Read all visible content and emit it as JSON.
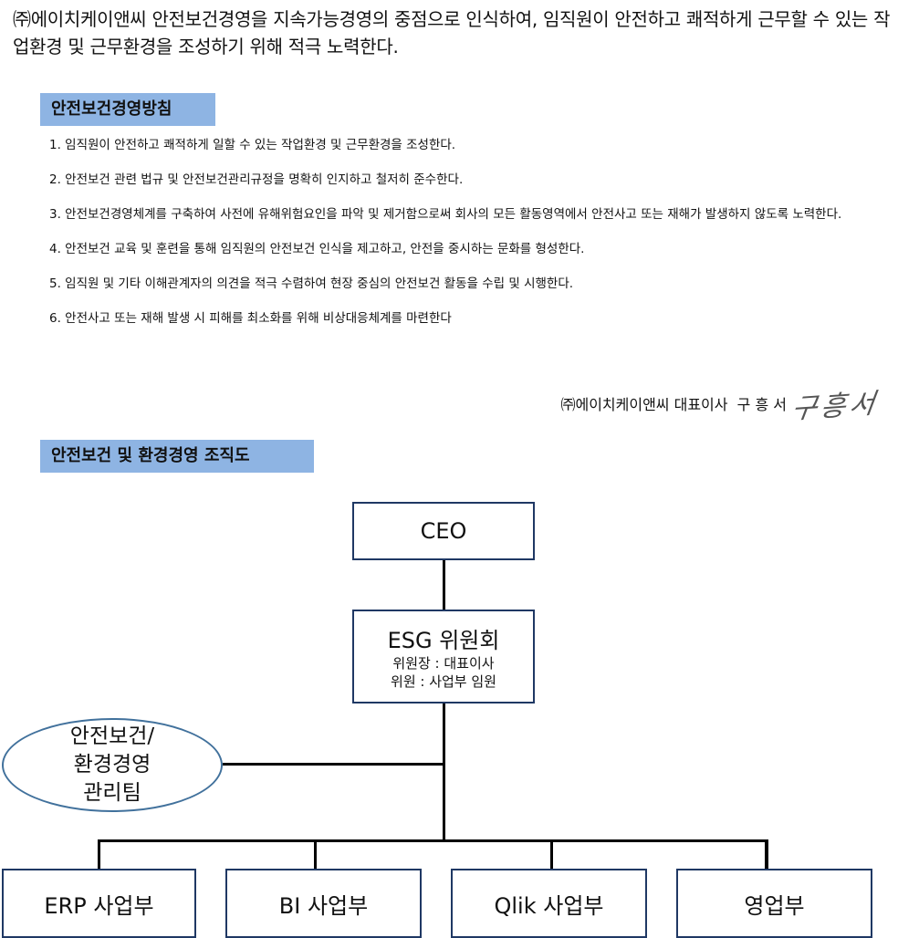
{
  "intro": "㈜에이치케이앤씨 안전보건경영을 지속가능경영의 중점으로 인식하여, 임직원이 안전하고 쾌적하게 근무할 수 있는 작업환경 및 근무환경을 조성하기 위해 적극 노력한다.",
  "policy": {
    "heading": "안전보건경영방침",
    "items": [
      "1. 임직원이 안전하고 쾌적하게 일할 수 있는 작업환경 및 근무환경을 조성한다.",
      "2. 안전보건 관련 법규 및 안전보건관리규정을 명확히 인지하고 철저히 준수한다.",
      "3. 안전보건경영체계를 구축하여 사전에 유해위험요인을 파악 및 제거함으로써 회사의 모든 활동영역에서 안전사고 또는 재해가 발생하지 않도록 노력한다.",
      "4. 안전보건 교육 및 훈련을 통해 임직원의 안전보건 인식을 제고하고, 안전을 중시하는 문화를 형성한다.",
      "5. 임직원 및 기타 이해관계자의 의견을 적극 수렴하여 현장 중심의 안전보건 활동을 수립 및 시행한다.",
      "6. 안전사고 또는 재해 발생 시 피해를 최소화를 위해 비상대응체계를 마련한다"
    ],
    "signature_line": "㈜에이치케이앤씨 대표이사  구 흥 서",
    "signature_handwritten": "구흥서"
  },
  "org": {
    "heading": "안전보건 및 환경경영 조직도",
    "ceo": "CEO",
    "committee": {
      "title": "ESG 위원회",
      "chair": "위원장 : 대표이사",
      "members": "위원 : 사업부 임원"
    },
    "team": "안전보건/\n환경경영\n관리팀",
    "divisions": [
      "ERP 사업부",
      "BI 사업부",
      "Qlik 사업부",
      "영업부"
    ]
  }
}
